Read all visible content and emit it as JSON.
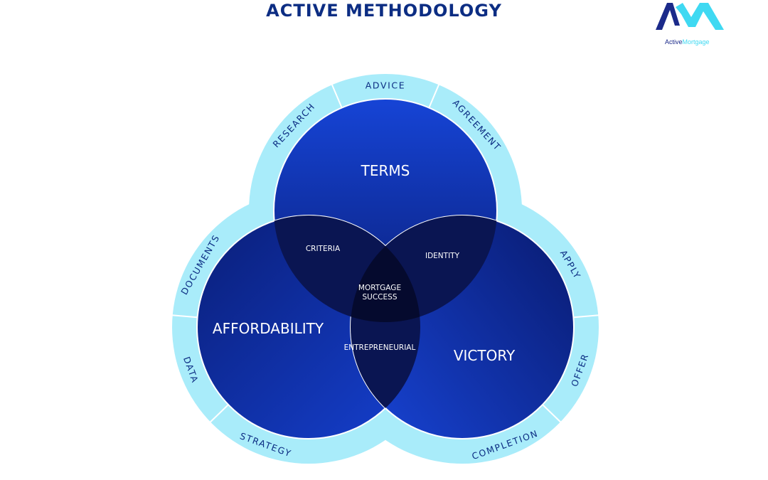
{
  "title": "ACTIVE METHODOLOGY",
  "logo": {
    "monogram": "AM",
    "text_part1": "Active",
    "text_part2": "Mortgage",
    "color_dark": "#1b2a8a",
    "color_light": "#3fd9f2"
  },
  "colors": {
    "ring": "#a9ecfa",
    "ring_border": "#ffffff",
    "circle_light": "#1540cf",
    "circle_dark": "#0a1c6e",
    "overlap_pair": "#0a1552",
    "overlap_center": "#050a2e",
    "text_dark": "#0c2d83"
  },
  "circles": {
    "top": {
      "label": "TERMS"
    },
    "left": {
      "label": "AFFORDABILITY"
    },
    "right": {
      "label": "VICTORY"
    }
  },
  "overlaps": {
    "top_left": "CRITERIA",
    "top_right": "IDENTITY",
    "left_right": "ENTREPRENEURIAL",
    "center_line1": "MORTGAGE",
    "center_line2": "SUCCESS"
  },
  "ring_segments": {
    "top": [
      "RESEARCH",
      "ADVICE",
      "AGREEMENT"
    ],
    "left": [
      "DOCUMENTS",
      "DATA",
      "STRATEGY"
    ],
    "right": [
      "APPLY",
      "OFFER",
      "COMPLETION"
    ]
  }
}
